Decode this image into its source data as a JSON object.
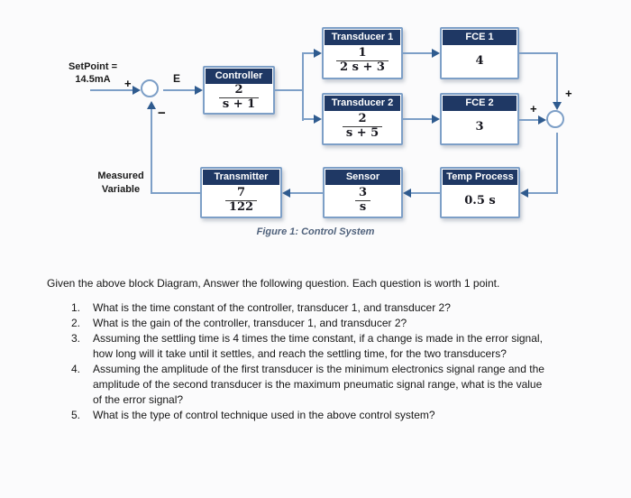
{
  "diagram": {
    "setpoint": {
      "line1": "SetPoint =",
      "line2": "14.5mA"
    },
    "error_label": "E",
    "measured": {
      "line1": "Measured",
      "line2": "Variable"
    },
    "signs": {
      "sum1_plus": "+",
      "sum1_minus": "−",
      "sum2_plus_top": "+",
      "sum2_plus_left": "+"
    },
    "blocks": {
      "controller": {
        "header": "Controller",
        "num": "2",
        "den": "s + 1"
      },
      "transducer1": {
        "header": "Transducer 1",
        "num": "1",
        "den": "2 s + 3"
      },
      "fce1": {
        "header": "FCE 1",
        "value": "4"
      },
      "transducer2": {
        "header": "Transducer 2",
        "num": "2",
        "den": "s + 5"
      },
      "fce2": {
        "header": "FCE 2",
        "value": "3"
      },
      "transmitter": {
        "header": "Transmitter",
        "num": "7",
        "den": "122"
      },
      "sensor": {
        "header": "Sensor",
        "num": "3",
        "den": "s"
      },
      "temp_process": {
        "header": "Temp Process",
        "value": "0.5 s"
      }
    },
    "caption": "Figure 1: Control System",
    "colors": {
      "header_bg": "#1f3864",
      "line_blue": "#7d9fc7",
      "arrowhead_blue": "#2f5b8f",
      "caption_color": "#50627c"
    }
  },
  "questions": {
    "intro": "Given the above block Diagram, Answer the following question. Each question is worth 1 point.",
    "items": [
      {
        "number": "1.",
        "lines": [
          "What is the time constant of the controller, transducer 1, and transducer 2?"
        ]
      },
      {
        "number": "2.",
        "lines": [
          "What is the gain of the controller, transducer 1, and transducer 2?"
        ]
      },
      {
        "number": "3.",
        "lines": [
          "Assuming the settling time is 4 times the time constant, if a change is made in the error signal,",
          "how long will it take until it settles, and reach the settling time, for the two transducers?"
        ]
      },
      {
        "number": "4.",
        "lines": [
          "Assuming the amplitude of the first transducer is the minimum electronics signal range and the",
          "amplitude of the second transducer is the maximum pneumatic signal range, what is the value",
          "of the error signal?"
        ]
      },
      {
        "number": "5.",
        "lines": [
          "What is the type of control technique used in the above control system?"
        ]
      }
    ]
  }
}
